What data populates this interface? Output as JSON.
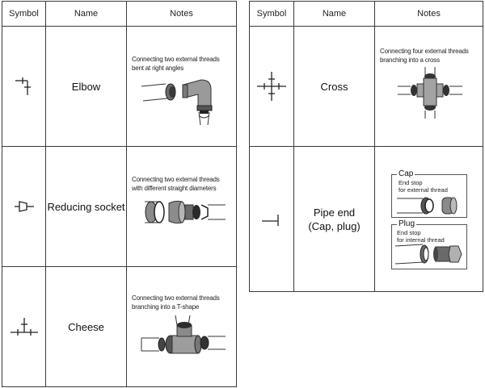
{
  "headers": {
    "symbol": "Symbol",
    "name": "Name",
    "notes": "Notes"
  },
  "left_table": {
    "rows": [
      {
        "symbol_icon": "elbow-symbol-icon",
        "name": "Elbow",
        "note_line1": "Connecting two external threads",
        "note_line2": "bent at right angles",
        "illustration": "elbow-fitting-illustration"
      },
      {
        "symbol_icon": "reducing-socket-symbol-icon",
        "name": "Reducing socket",
        "note_line1": "Connecting two external threads",
        "note_line2": "with different straight diameters",
        "illustration": "reducing-socket-illustration"
      },
      {
        "symbol_icon": "cheese-tee-symbol-icon",
        "name": "Cheese",
        "note_line1": "Connecting two external threads",
        "note_line2": "branching into a T-shape",
        "illustration": "tee-fitting-illustration"
      }
    ]
  },
  "right_table": {
    "rows": [
      {
        "symbol_icon": "cross-symbol-icon",
        "name": "Cross",
        "note_line1": "Connecting four external threads",
        "note_line2": "branching into a cross",
        "illustration": "cross-fitting-illustration"
      },
      {
        "symbol_icon": "pipe-end-symbol-icon",
        "name_line1": "Pipe end",
        "name_line2": "(Cap, plug)",
        "cap": {
          "label": "Cap",
          "line1": "End stop",
          "line2": "for external thread"
        },
        "plug": {
          "label": "Plug",
          "line1": "End stop",
          "line2": "for internal thread"
        }
      }
    ]
  }
}
